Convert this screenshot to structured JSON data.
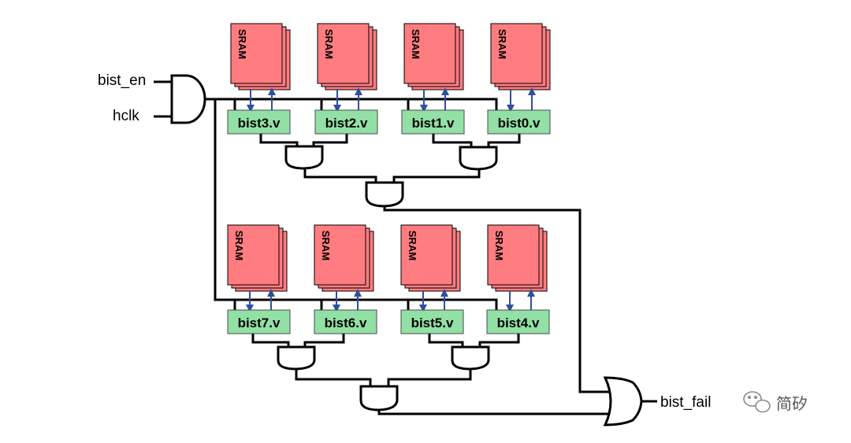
{
  "inputs": {
    "bist_en": "bist_en",
    "hclk": "hclk"
  },
  "output": {
    "bist_fail": "bist_fail"
  },
  "sram_label": "SRAM",
  "bist_blocks_top": [
    "bist3.v",
    "bist2.v",
    "bist1.v",
    "bist0.v"
  ],
  "bist_blocks_bottom": [
    "bist7.v",
    "bist6.v",
    "bist5.v",
    "bist4.v"
  ],
  "watermark": {
    "text": "简矽"
  },
  "colors": {
    "sram_fill": "#ff7c80",
    "bist_fill": "#92e0a5",
    "arrow": "#2f4f9f",
    "wire": "#000000"
  }
}
